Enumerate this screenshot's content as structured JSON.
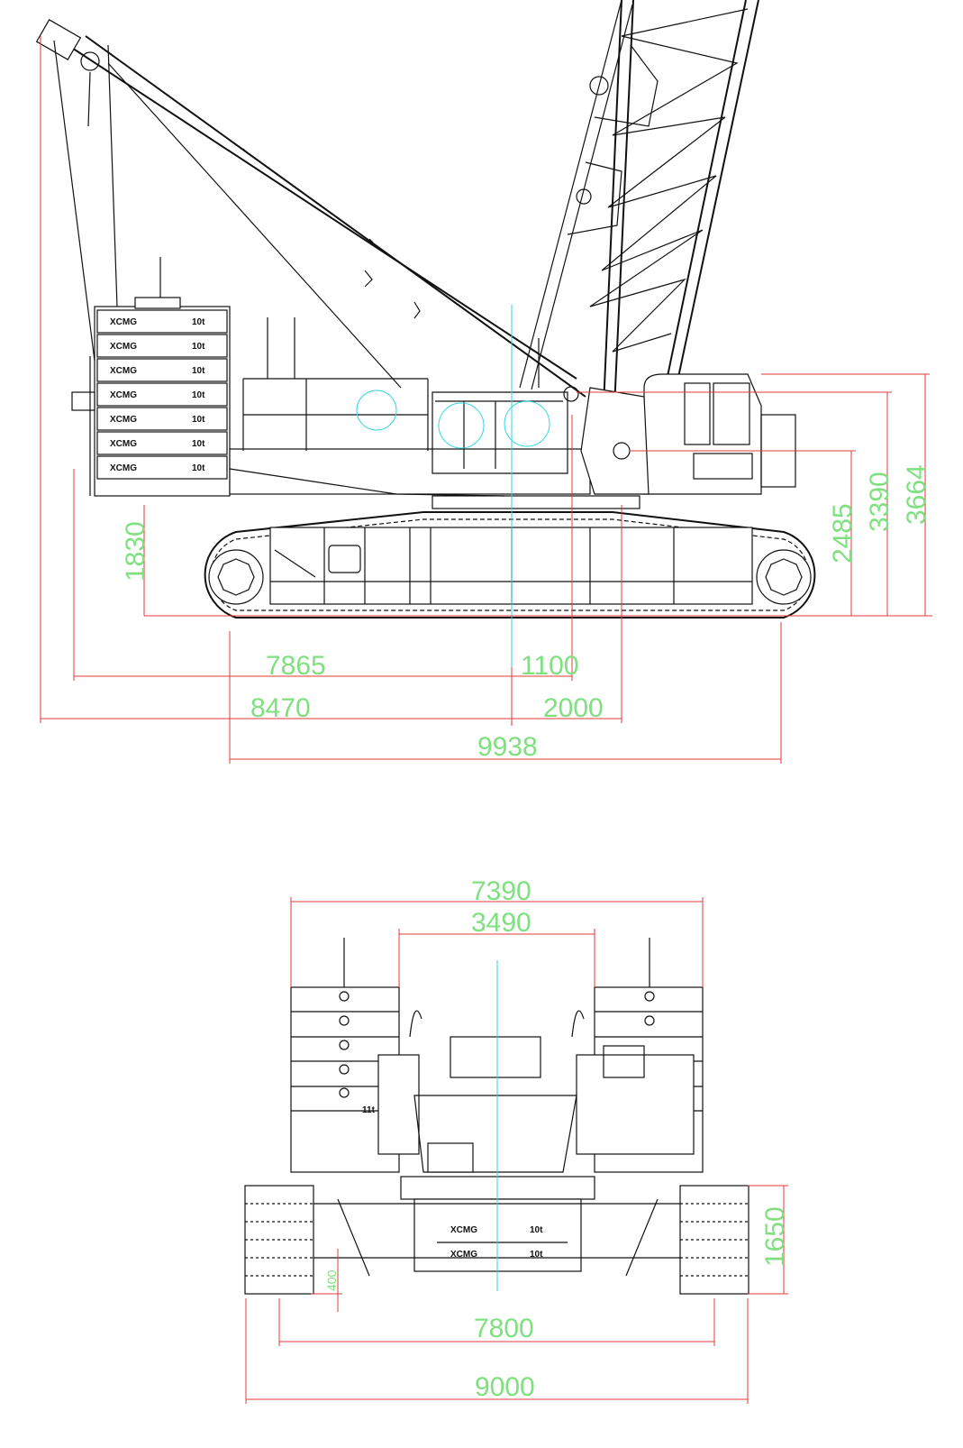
{
  "side_view": {
    "counterweights": [
      {
        "brand": "XCMG",
        "weight": "10t"
      },
      {
        "brand": "XCMG",
        "weight": "10t"
      },
      {
        "brand": "XCMG",
        "weight": "10t"
      },
      {
        "brand": "XCMG",
        "weight": "10t"
      },
      {
        "brand": "XCMG",
        "weight": "10t"
      },
      {
        "brand": "XCMG",
        "weight": "10t"
      },
      {
        "brand": "XCMG",
        "weight": "10t"
      }
    ],
    "dimensions": {
      "d1830": "1830",
      "d2485": "2485",
      "d3390": "3390",
      "d3664": "3664",
      "d7865": "7865",
      "d1100": "1100",
      "d8470": "8470",
      "d2000": "2000",
      "d9938": "9938"
    }
  },
  "front_view": {
    "counterweight_label": "11t",
    "carbody_weights": [
      {
        "brand": "XCMG",
        "weight": "10t"
      },
      {
        "brand": "XCMG",
        "weight": "10t"
      }
    ],
    "dimensions": {
      "d7390": "7390",
      "d3490": "3490",
      "d7800": "7800",
      "d9000": "9000",
      "d1650": "1650",
      "d400": "400"
    }
  },
  "colors": {
    "line": "#111111",
    "dimension_line": "#e23a3a",
    "dimension_text": "#7fe07f",
    "centerline": "#2fd6e6"
  }
}
